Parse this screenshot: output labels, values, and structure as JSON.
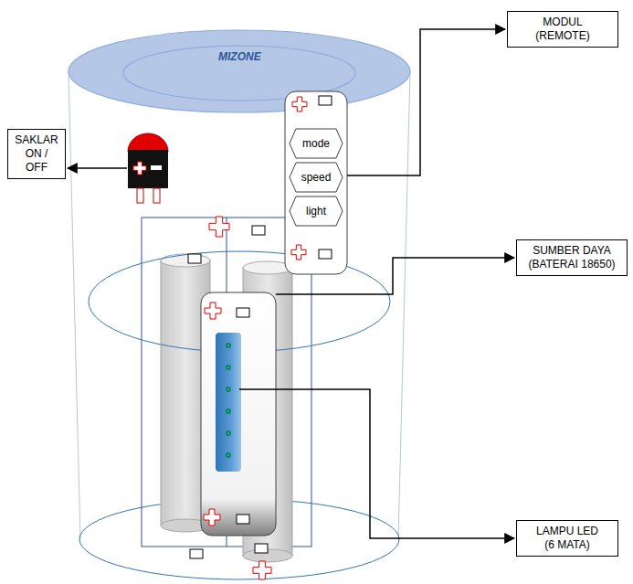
{
  "diagram": {
    "nodes": [
      {
        "text": [
          "MODUL (REMOTE)"
        ]
      },
      {
        "text": [
          "SAKLAR ON / OFF"
        ]
      },
      {
        "text": [
          "mode"
        ]
      },
      {
        "text": [
          "speed"
        ]
      },
      {
        "text": [
          "light"
        ]
      },
      {
        "text": [
          "SUMBER DAYA (BATERAI 18650)"
        ]
      },
      {
        "text": [
          "LAMPU LED (6 MATA)"
        ]
      }
    ],
    "labels": [
      "MIZONE"
    ]
  }
}
